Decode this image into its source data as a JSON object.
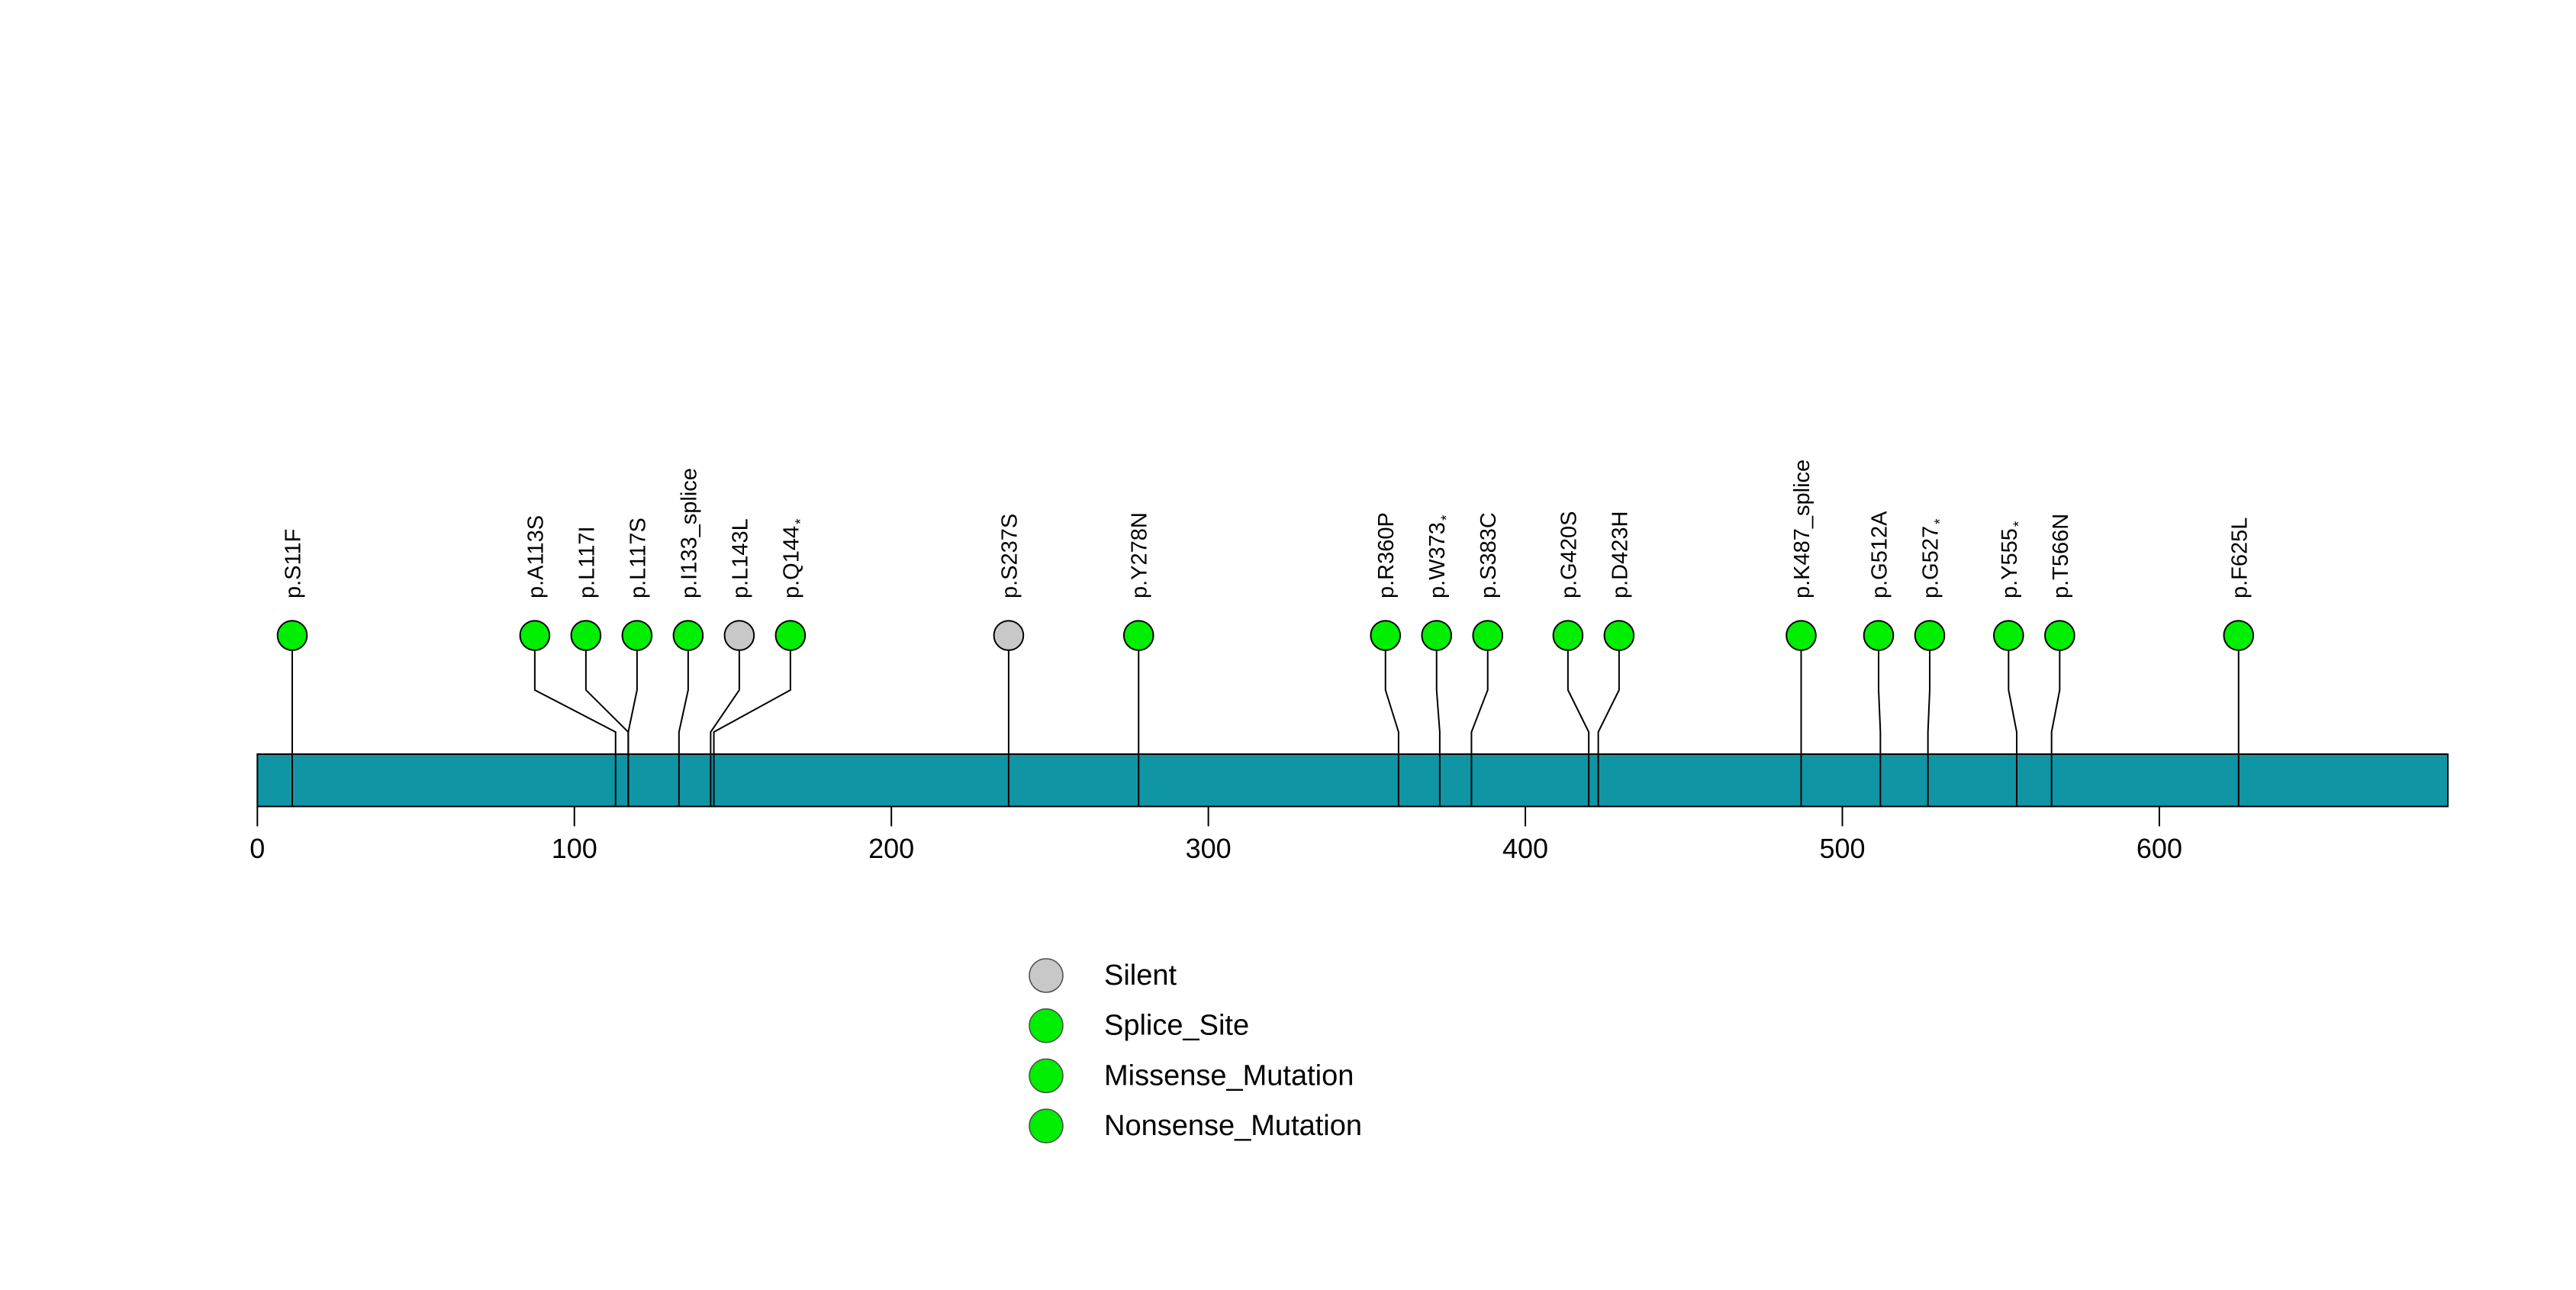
{
  "chart_data": {
    "type": "lollipop",
    "description": "Protein lollipop mutation plot with amino-acid axis, teal gene backbone, mutation circles with rotated labels, and mutation-type legend",
    "protein": {
      "axis_min": 0,
      "axis_max": 691,
      "xticks": [
        0,
        100,
        200,
        300,
        400,
        500,
        600
      ],
      "backbone_color": "#1095A5",
      "backbone_border_color": "#000000"
    },
    "mutations": [
      {
        "label": "p.S11F",
        "aa": 11,
        "type": "Missense_Mutation"
      },
      {
        "label": "p.A113S",
        "aa": 113,
        "type": "Missense_Mutation"
      },
      {
        "label": "p.L117I",
        "aa": 117,
        "type": "Missense_Mutation"
      },
      {
        "label": "p.L117S",
        "aa": 117,
        "type": "Missense_Mutation"
      },
      {
        "label": "p.I133_splice",
        "aa": 133,
        "type": "Splice_Site"
      },
      {
        "label": "p.L143L",
        "aa": 143,
        "type": "Silent"
      },
      {
        "label": "p.Q144*",
        "aa": 144,
        "type": "Nonsense_Mutation"
      },
      {
        "label": "p.S237S",
        "aa": 237,
        "type": "Silent"
      },
      {
        "label": "p.Y278N",
        "aa": 278,
        "type": "Missense_Mutation"
      },
      {
        "label": "p.R360P",
        "aa": 360,
        "type": "Missense_Mutation"
      },
      {
        "label": "p.W373*",
        "aa": 373,
        "type": "Nonsense_Mutation"
      },
      {
        "label": "p.S383C",
        "aa": 383,
        "type": "Missense_Mutation"
      },
      {
        "label": "p.G420S",
        "aa": 420,
        "type": "Missense_Mutation"
      },
      {
        "label": "p.D423H",
        "aa": 423,
        "type": "Missense_Mutation"
      },
      {
        "label": "p.K487_splice",
        "aa": 487,
        "type": "Splice_Site"
      },
      {
        "label": "p.G512A",
        "aa": 512,
        "type": "Missense_Mutation"
      },
      {
        "label": "p.G527*",
        "aa": 527,
        "type": "Nonsense_Mutation"
      },
      {
        "label": "p.Y555*",
        "aa": 555,
        "type": "Nonsense_Mutation"
      },
      {
        "label": "p.T566N",
        "aa": 566,
        "type": "Missense_Mutation"
      },
      {
        "label": "p.F625L",
        "aa": 625,
        "type": "Missense_Mutation"
      }
    ],
    "type_colors": {
      "Silent": "#C8C8C8",
      "Splice_Site": "#00EE00",
      "Missense_Mutation": "#00EE00",
      "Nonsense_Mutation": "#00EE00"
    },
    "stem_color": "#000000",
    "circle_border_color": "#000000",
    "legend": {
      "items": [
        {
          "label": "Silent",
          "color": "#C8C8C8"
        },
        {
          "label": "Splice_Site",
          "color": "#00EE00"
        },
        {
          "label": "Missense_Mutation",
          "color": "#00EE00"
        },
        {
          "label": "Nonsense_Mutation",
          "color": "#00EE00"
        }
      ]
    }
  }
}
